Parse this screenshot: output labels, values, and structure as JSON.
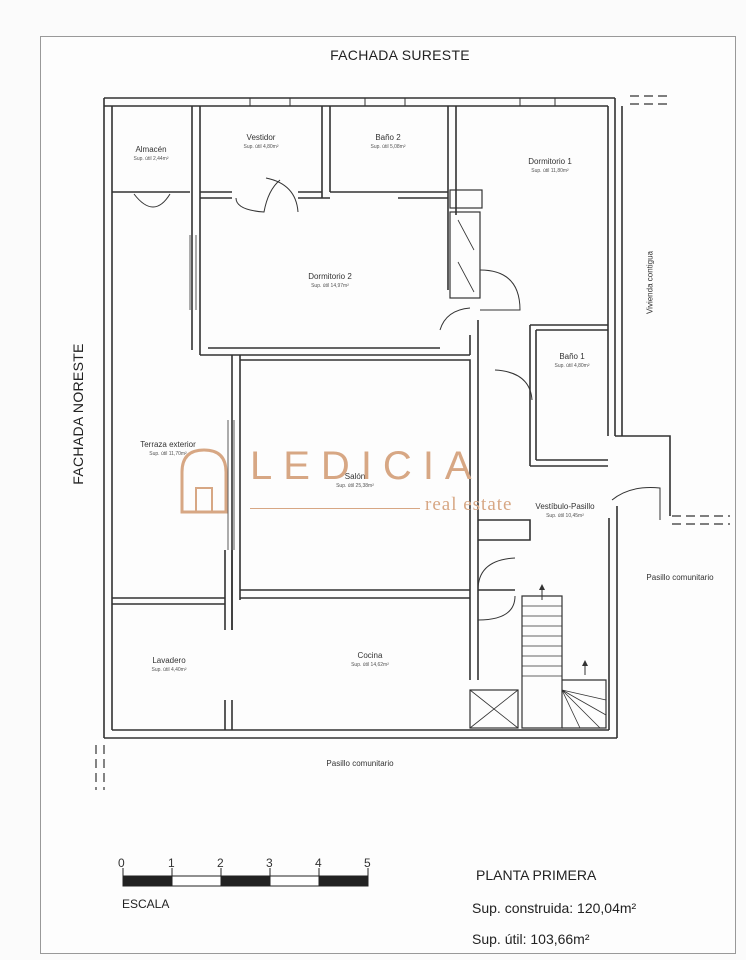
{
  "headings": {
    "top": "FACHADA SURESTE",
    "left": "FACHADA NORESTE"
  },
  "rooms": [
    {
      "name": "Almacén",
      "area": "Sup. útil 2,44m²"
    },
    {
      "name": "Vestidor",
      "area": "Sup. útil 4,80m²"
    },
    {
      "name": "Baño 2",
      "area": "Sup. útil 5,08m²"
    },
    {
      "name": "Dormitorio 1",
      "area": "Sup. útil 11,80m²"
    },
    {
      "name": "Dormitorio 2",
      "area": "Sup. útil 14,97m²"
    },
    {
      "name": "Baño 1",
      "area": "Sup. útil 4,80m²"
    },
    {
      "name": "Terraza exterior",
      "area": "Sup. útil 11,70m²"
    },
    {
      "name": "Salón",
      "area": "Sup. útil 25,38m²"
    },
    {
      "name": "Vestíbulo-Pasillo",
      "area": "Sup. útil 10,45m²"
    },
    {
      "name": "Lavadero",
      "area": "Sup. útil 4,40m²"
    },
    {
      "name": "Cocina",
      "area": "Sup. útil 14,62m²"
    }
  ],
  "surroundings": {
    "neighbor": "Vivienda contigua",
    "corridor_right": "Pasillo comunitario",
    "corridor_bottom": "Pasillo comunitario"
  },
  "scale": {
    "label": "ESCALA",
    "ticks": [
      "0",
      "1",
      "2",
      "3",
      "4",
      "5"
    ]
  },
  "info": {
    "floor": "PLANTA PRIMERA",
    "built": "Sup. construida: 120,04m²",
    "usable": "Sup. útil: 103,66m²"
  },
  "watermark": {
    "brand": "LEDICIA",
    "tagline": "real estate",
    "color": "#d7a784"
  }
}
